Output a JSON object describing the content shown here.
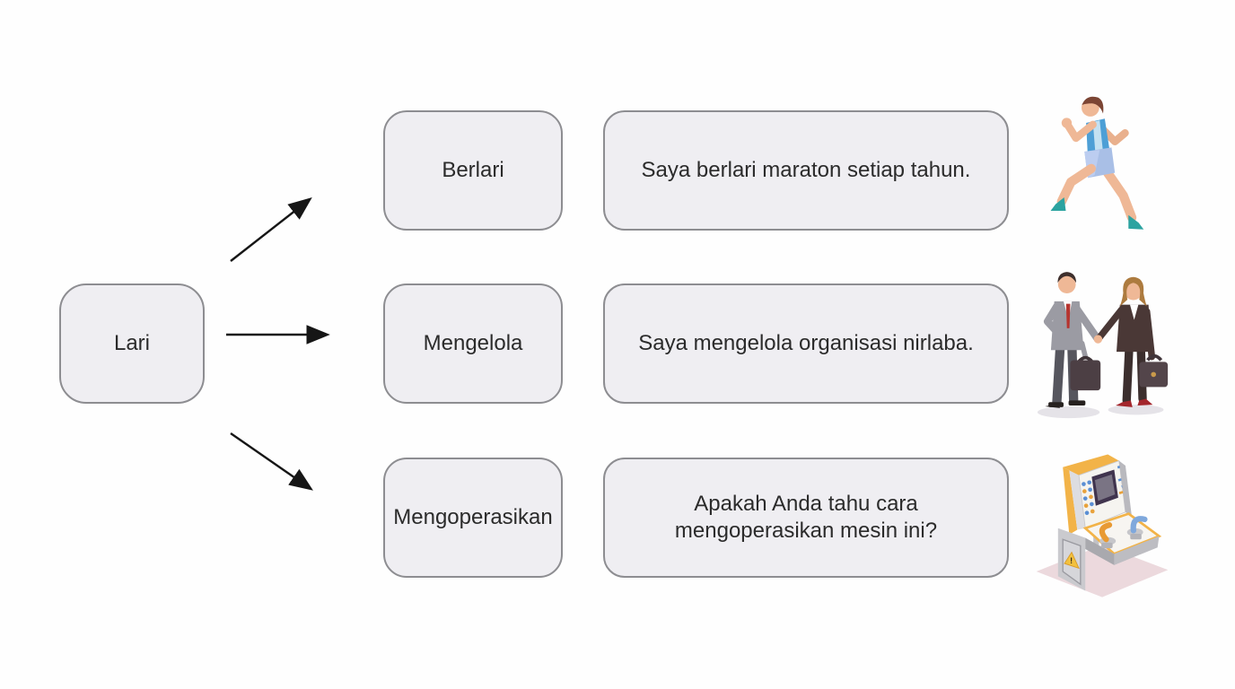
{
  "diagram": {
    "root_label": "Lari",
    "rows": [
      {
        "verb": "Berlari",
        "sentence": "Saya berlari maraton setiap tahun.",
        "illustration": "runner"
      },
      {
        "verb": "Mengelola",
        "sentence": "Saya mengelola organisasi nirlaba.",
        "illustration": "business-people-handshake"
      },
      {
        "verb": "Mengoperasikan",
        "sentence": "Apakah Anda tahu cara mengoperasikan mesin ini?",
        "illustration": "industrial-machine"
      }
    ],
    "colors": {
      "background": "#fefefe",
      "box_fill": "#efeef2",
      "box_border": "#8d8d91",
      "text": "#2b2b2b",
      "arrow": "#161616"
    }
  }
}
